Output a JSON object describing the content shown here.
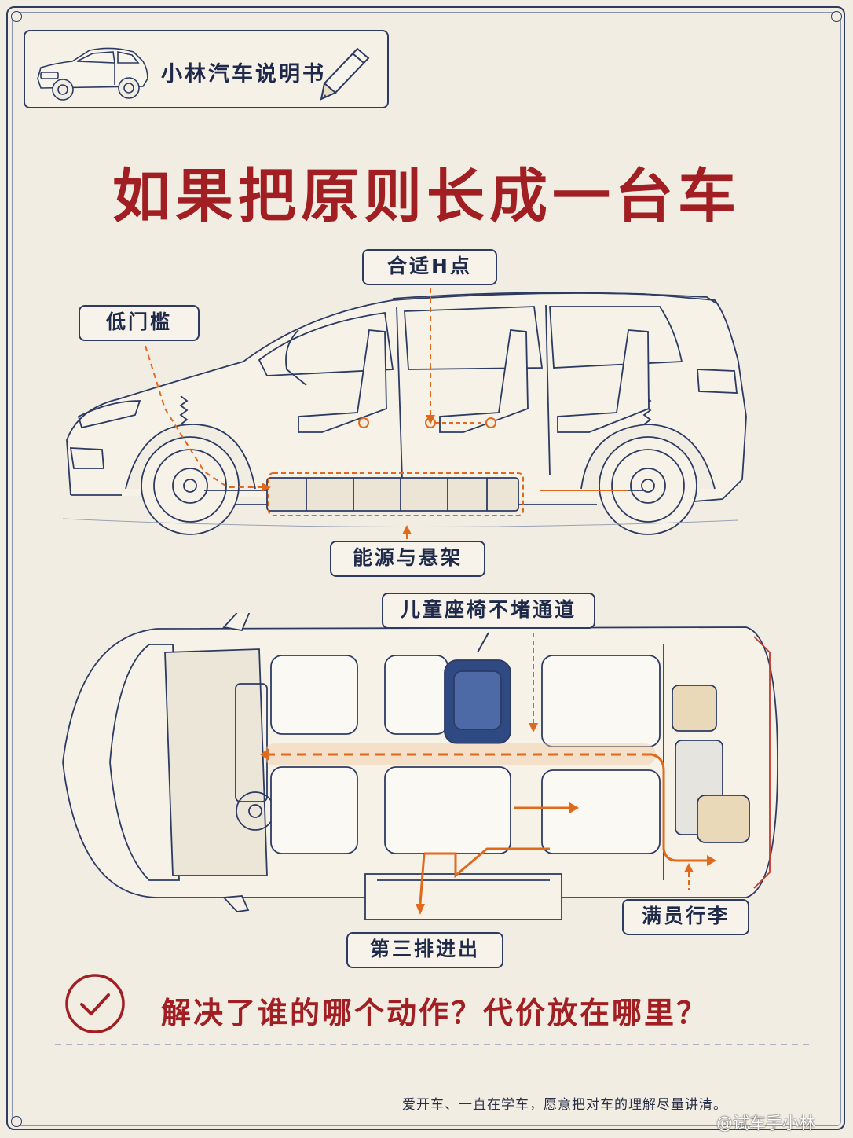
{
  "header": {
    "title": "小林汽车说明书"
  },
  "main_title": "如果把原则长成一台车",
  "labels": {
    "h_point": "合适H点",
    "low_sill": "低门槛",
    "energy_suspension": "能源与悬架",
    "child_seat": "儿童座椅不堵通道",
    "full_luggage": "满员行李",
    "third_row": "第三排进出"
  },
  "question": "解决了谁的哪个动作？代价放在哪里？",
  "footer": "爱开车、一直在学车，愿意把对车的理解尽量讲清。",
  "watermark": "@试车手小林",
  "colors": {
    "title_red": "#a11e22",
    "ink_navy": "#2d3b63",
    "accent_orange": "#e0691c",
    "paper": "#f2ede2"
  }
}
